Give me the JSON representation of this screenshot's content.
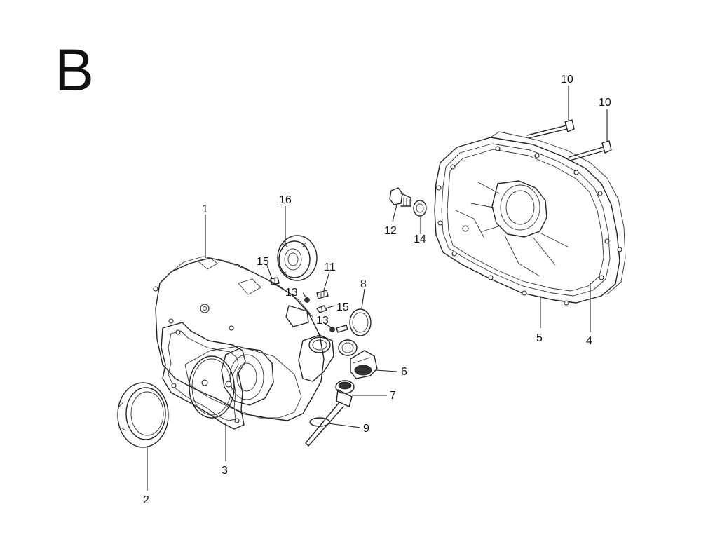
{
  "section": "B",
  "callouts": {
    "c1": "1",
    "c2": "2",
    "c3": "3",
    "c4": "4",
    "c5": "5",
    "c6": "6",
    "c7": "7",
    "c8": "8",
    "c9": "9",
    "c10a": "10",
    "c10b": "10",
    "c11": "11",
    "c12": "12",
    "c13a": "13",
    "c13b": "13",
    "c14": "14",
    "c15a": "15",
    "c15b": "15",
    "c16": "16"
  }
}
